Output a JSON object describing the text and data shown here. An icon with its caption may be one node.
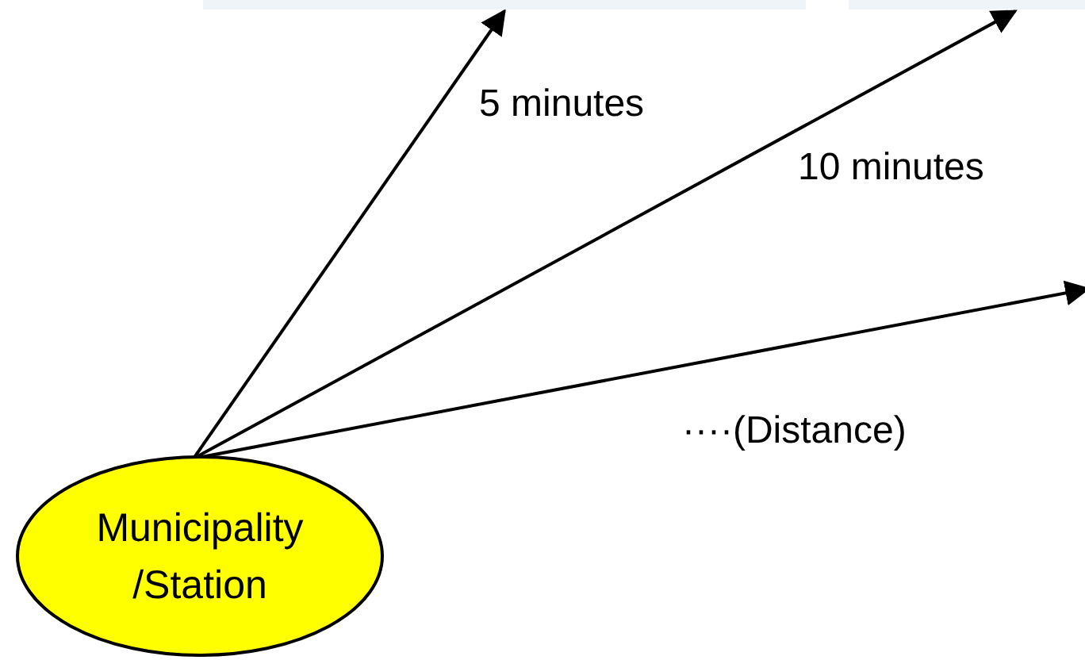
{
  "diagram": {
    "nodes": [
      {
        "text": [
          "Municipality /Station"
        ]
      },
      {
        "text": [],
        "shape": "box"
      },
      {
        "text": [],
        "shape": "box"
      }
    ],
    "edges": [
      {
        "from": 0,
        "to": 1,
        "arrow": "to",
        "label": "5 minutes"
      },
      {
        "from": 0,
        "to": 2,
        "arrow": "to",
        "label": "10 minutes"
      },
      {
        "from": 0,
        "to": null,
        "arrow": "to"
      }
    ],
    "labels": [
      "····(Distance)"
    ]
  }
}
